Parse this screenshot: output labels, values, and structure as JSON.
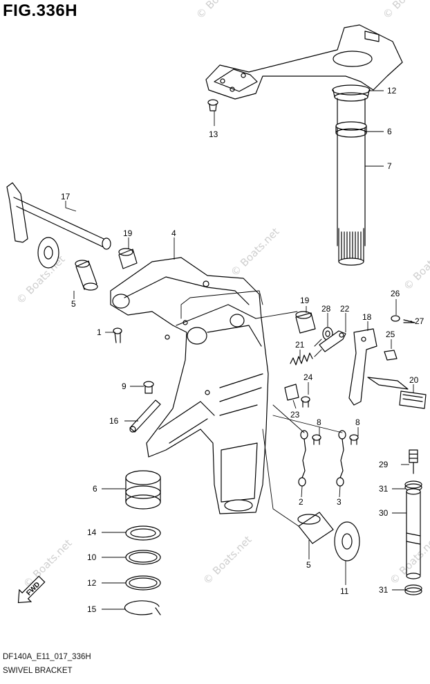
{
  "figure": {
    "title": "FIG.336H",
    "code": "DF140A_E11_017_336H",
    "name": "SWIVEL BRACKET"
  },
  "watermark": "© Boats.net",
  "fwd_label": "FWD",
  "callouts": [
    "17",
    "19",
    "4",
    "5",
    "1",
    "9",
    "16",
    "6",
    "14",
    "10",
    "12",
    "15",
    "12",
    "6",
    "7",
    "13",
    "26",
    "27",
    "19",
    "28",
    "22",
    "18",
    "25",
    "21",
    "24",
    "23",
    "20",
    "8",
    "8",
    "2",
    "3",
    "29",
    "31",
    "30",
    "5",
    "11",
    "31"
  ],
  "colors": {
    "line": "#000000",
    "watermark": "#cfcfcf"
  }
}
